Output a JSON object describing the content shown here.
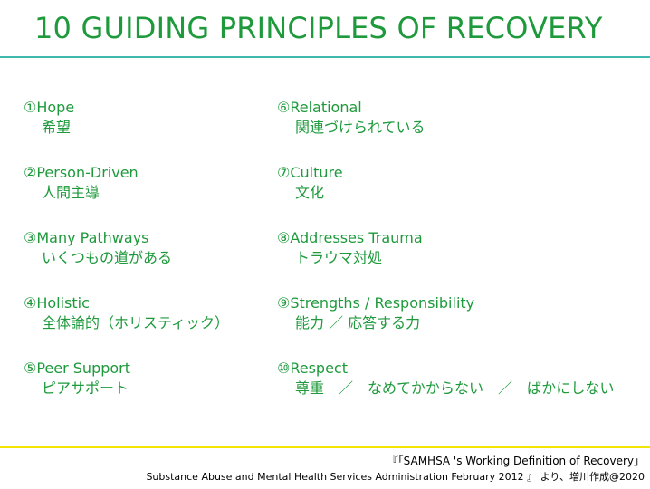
{
  "title": "10 GUIDING PRINCIPLES OF RECOVERY",
  "principles_left": [
    {
      "en": "①Hope",
      "ja": "希望"
    },
    {
      "en": "②Person-Driven",
      "ja": "人間主導"
    },
    {
      "en": "③Many Pathways",
      "ja": "いくつもの道がある"
    },
    {
      "en": "④Holistic",
      "ja": "全体論的（ホリスティック）"
    },
    {
      "en": "⑤Peer Support",
      "ja": "ピアサポート"
    }
  ],
  "principles_right": [
    {
      "en": "⑥Relational",
      "ja": "関連づけられている"
    },
    {
      "en": "⑦Culture",
      "ja": "文化"
    },
    {
      "en": "⑧Addresses Trauma",
      "ja": "トラウマ対処"
    },
    {
      "en": "⑨Strengths / Responsibility",
      "ja": "能力 ／ 応答する力"
    },
    {
      "en": "⑩Respect",
      "ja": "尊重　／　なめてかからない　／　ばかにしない"
    }
  ],
  "footer": {
    "line1": "『「SAMHSA 's Working Definition of Recovery」",
    "line2": "Substance Abuse and Mental Health Services Administration  February 2012 』 より、増川作成@2020"
  },
  "colors": {
    "title": "#1e9a3c",
    "text": "#1e9a3c",
    "title_rule": "#3fb8b0",
    "footer_rule": "#f2e600"
  }
}
